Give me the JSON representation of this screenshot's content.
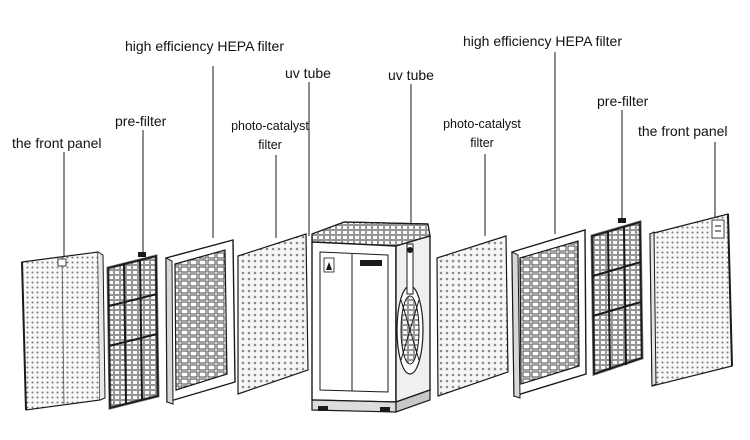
{
  "diagram": {
    "labels": {
      "front_panel_left": "the front panel",
      "prefilter_left": "pre-filter",
      "hepa_left": "high efficiency HEPA filter",
      "uv_tube_left": "uv tube",
      "photocatalyst_left_line1": "photo-catalyst",
      "photocatalyst_left_line2": "filter",
      "uv_tube_right": "uv tube",
      "photocatalyst_right_line1": "photo-catalyst",
      "photocatalyst_right_line2": "filter",
      "hepa_right": "high efficiency HEPA filter",
      "prefilter_right": "pre-filter",
      "front_panel_right": "the front panel"
    },
    "colors": {
      "line": "#1a1a1a",
      "frame": "#222222",
      "panel_fill": "#f4f4f4",
      "hole": "#8a8a8a"
    }
  }
}
